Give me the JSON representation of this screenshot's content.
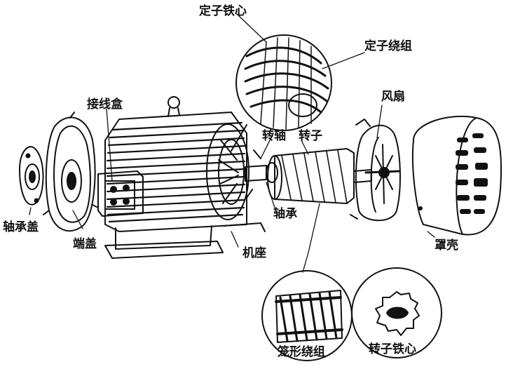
{
  "labels": {
    "stator_core": "定子铁心",
    "stator_winding": "定子绕组",
    "terminal_box": "接线盒",
    "fan": "风扇",
    "shaft": "转轴",
    "rotor": "转子",
    "bearing_cap": "轴承盖",
    "end_cover": "端盖",
    "bearing": "轴承",
    "frame": "机座",
    "fan_cover": "罩壳",
    "squirrel_cage_winding": "笼形绕组",
    "rotor_core": "转子铁心"
  },
  "colors": {
    "ink": "#111111",
    "paper": "#ffffff"
  }
}
